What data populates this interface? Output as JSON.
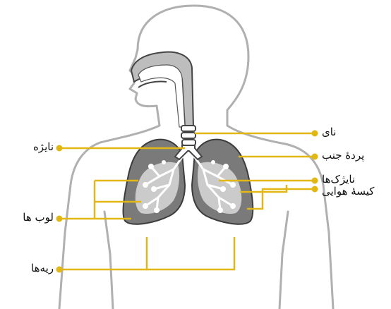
{
  "labels": {
    "trachea": "نای",
    "diaphragm": "پردهٔ جنب",
    "bronchioles": "نایژک‌ها",
    "alveoli": "کیسهٔ هوایی",
    "bronchus": "نایژه",
    "lobes": "لوب ها",
    "lungs": "ریه‌ها"
  },
  "colors": {
    "leader": "#e2b714",
    "outline": "#a8a8a8",
    "airway_fill": "#ffffff",
    "airway_stroke": "#444444",
    "lung_fill": "#7a7a7a",
    "lung_light": "#d9d9d9",
    "text": "#111111"
  }
}
